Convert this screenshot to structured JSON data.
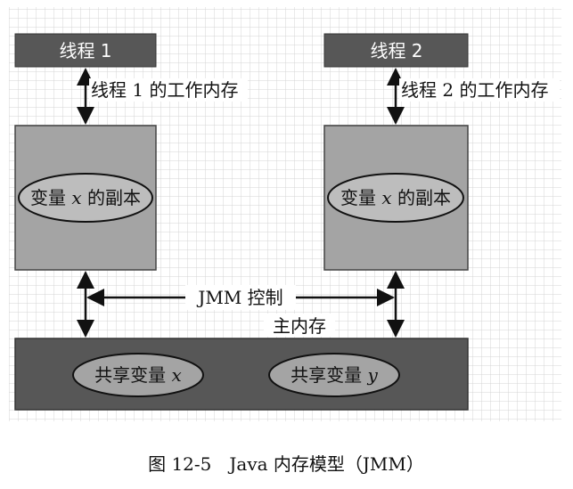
{
  "thread1": {
    "label": "线程 1",
    "memory_label": "线程 1 的工作内存",
    "copy_prefix": "变量 ",
    "copy_var": "x",
    "copy_suffix": " 的副本"
  },
  "thread2": {
    "label": "线程 2",
    "memory_label": "线程 2 的工作内存",
    "copy_prefix": "变量 ",
    "copy_var": "x",
    "copy_suffix": " 的副本"
  },
  "jmm_control_label": "JMM 控制",
  "main_memory": {
    "label": "主内存",
    "var1_prefix": "共享变量 ",
    "var1_var": "x",
    "var2_prefix": "共享变量 ",
    "var2_var": "y"
  },
  "caption": "图 12-5　Java 内存模型（JMM）",
  "colors": {
    "bar": "#575757",
    "memory_box": "#a4a4a4",
    "grid": "#d4d4d4",
    "ellipse": "#bdbdbd"
  }
}
